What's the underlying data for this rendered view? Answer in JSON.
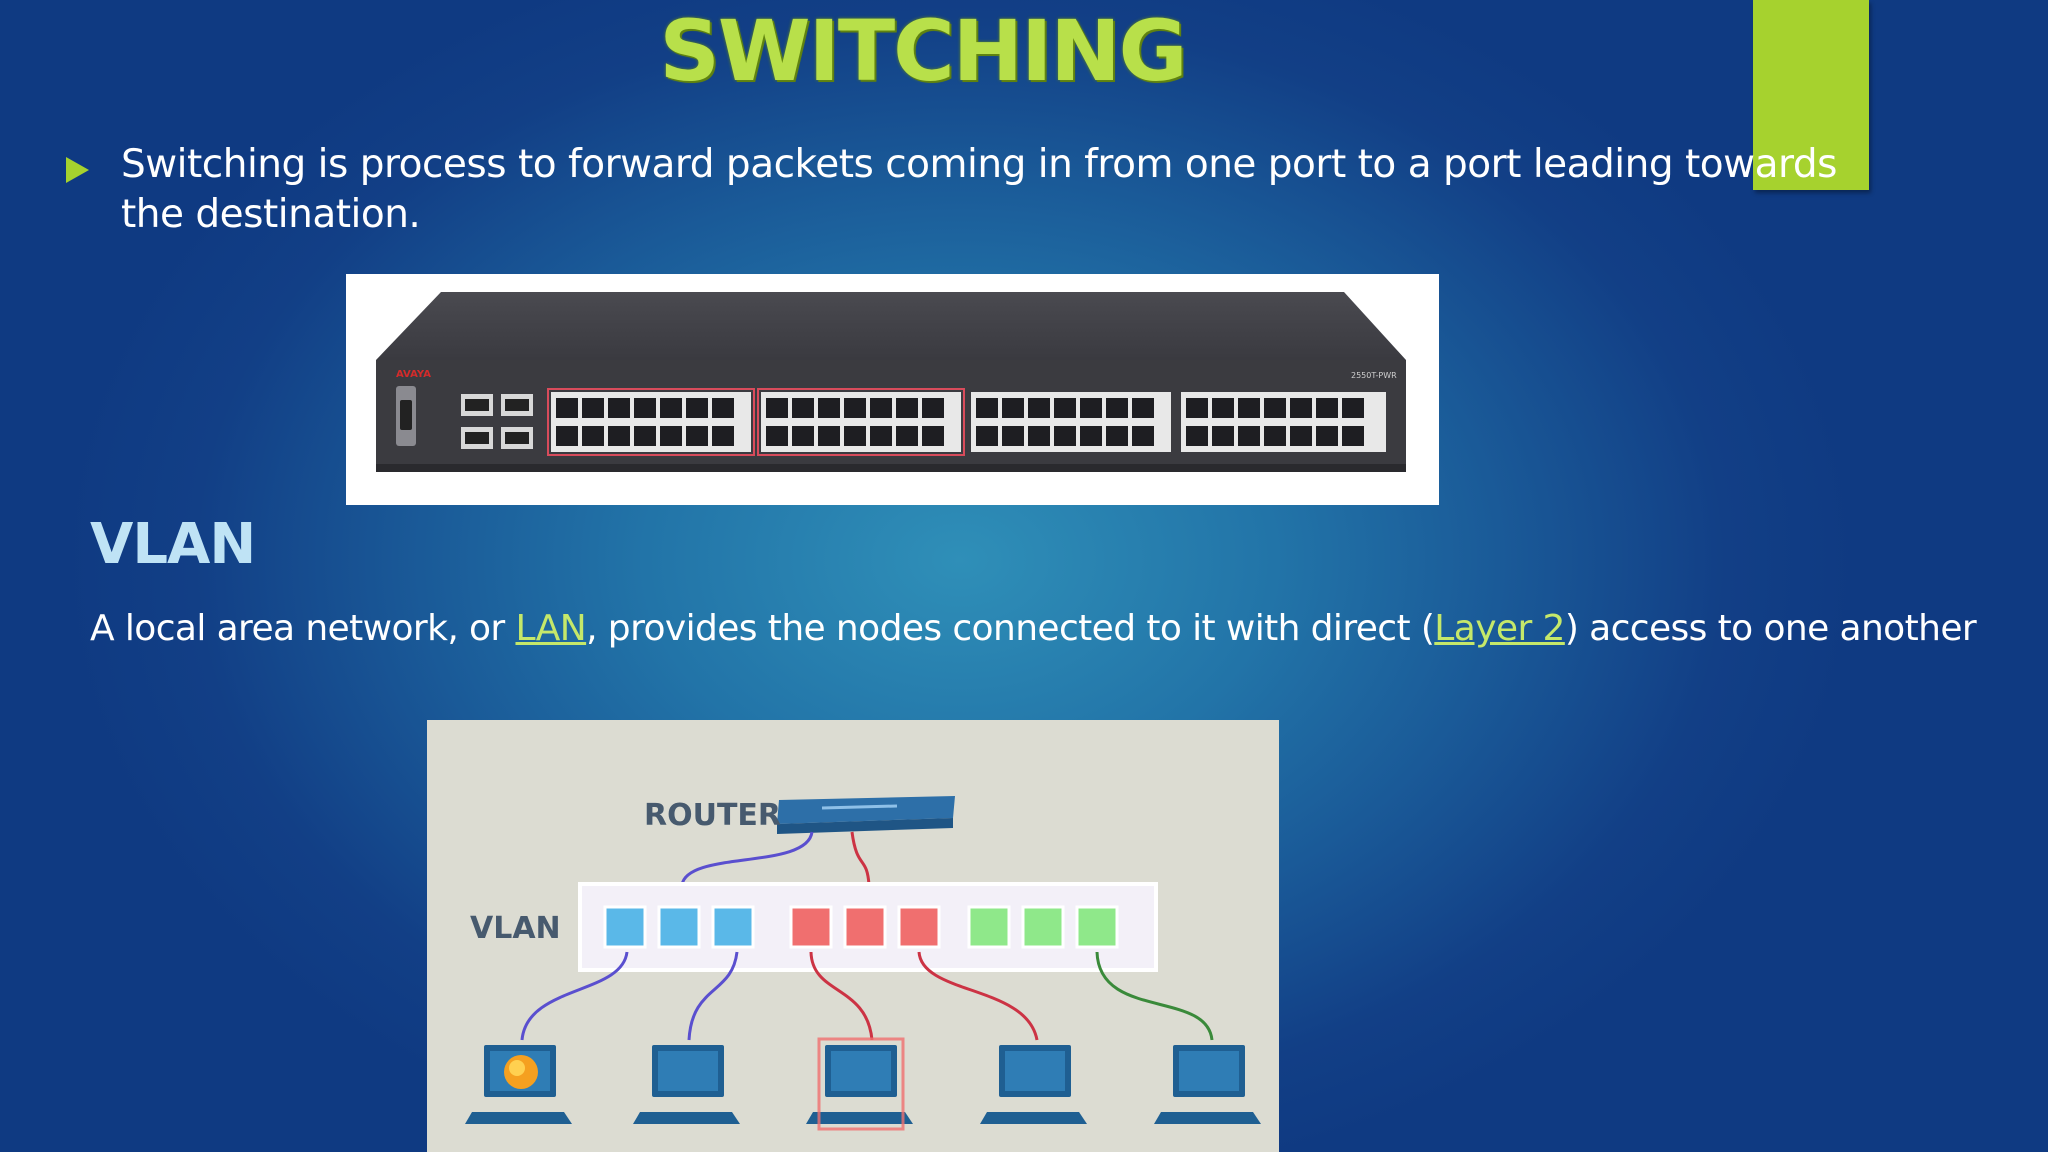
{
  "slide": {
    "title": "SWITCHING",
    "bullet": "Switching is process to forward packets coming in from one port to a port leading towards the destination.",
    "section_heading": "VLAN",
    "body": {
      "part1": "A local area network, or ",
      "link1": "LAN",
      "part2": ", provides the nodes connected to it with direct (",
      "link2": "Layer 2",
      "part3": ") access to one another"
    }
  },
  "switch_photo": {
    "brand": "AVAYA",
    "model": "2550T-PWR"
  },
  "vlan_diagram": {
    "router_label": "ROUTER",
    "vlan_label": "VLAN",
    "port_groups": [
      {
        "color": "#5ab8e8",
        "count": 3
      },
      {
        "color": "#f06f6f",
        "count": 3
      },
      {
        "color": "#8fe88a",
        "count": 3
      }
    ]
  },
  "colors": {
    "accent": "#a6d22e",
    "title": "#b8e04a",
    "heading": "#bfe3f5",
    "link": "#c5e86a"
  }
}
